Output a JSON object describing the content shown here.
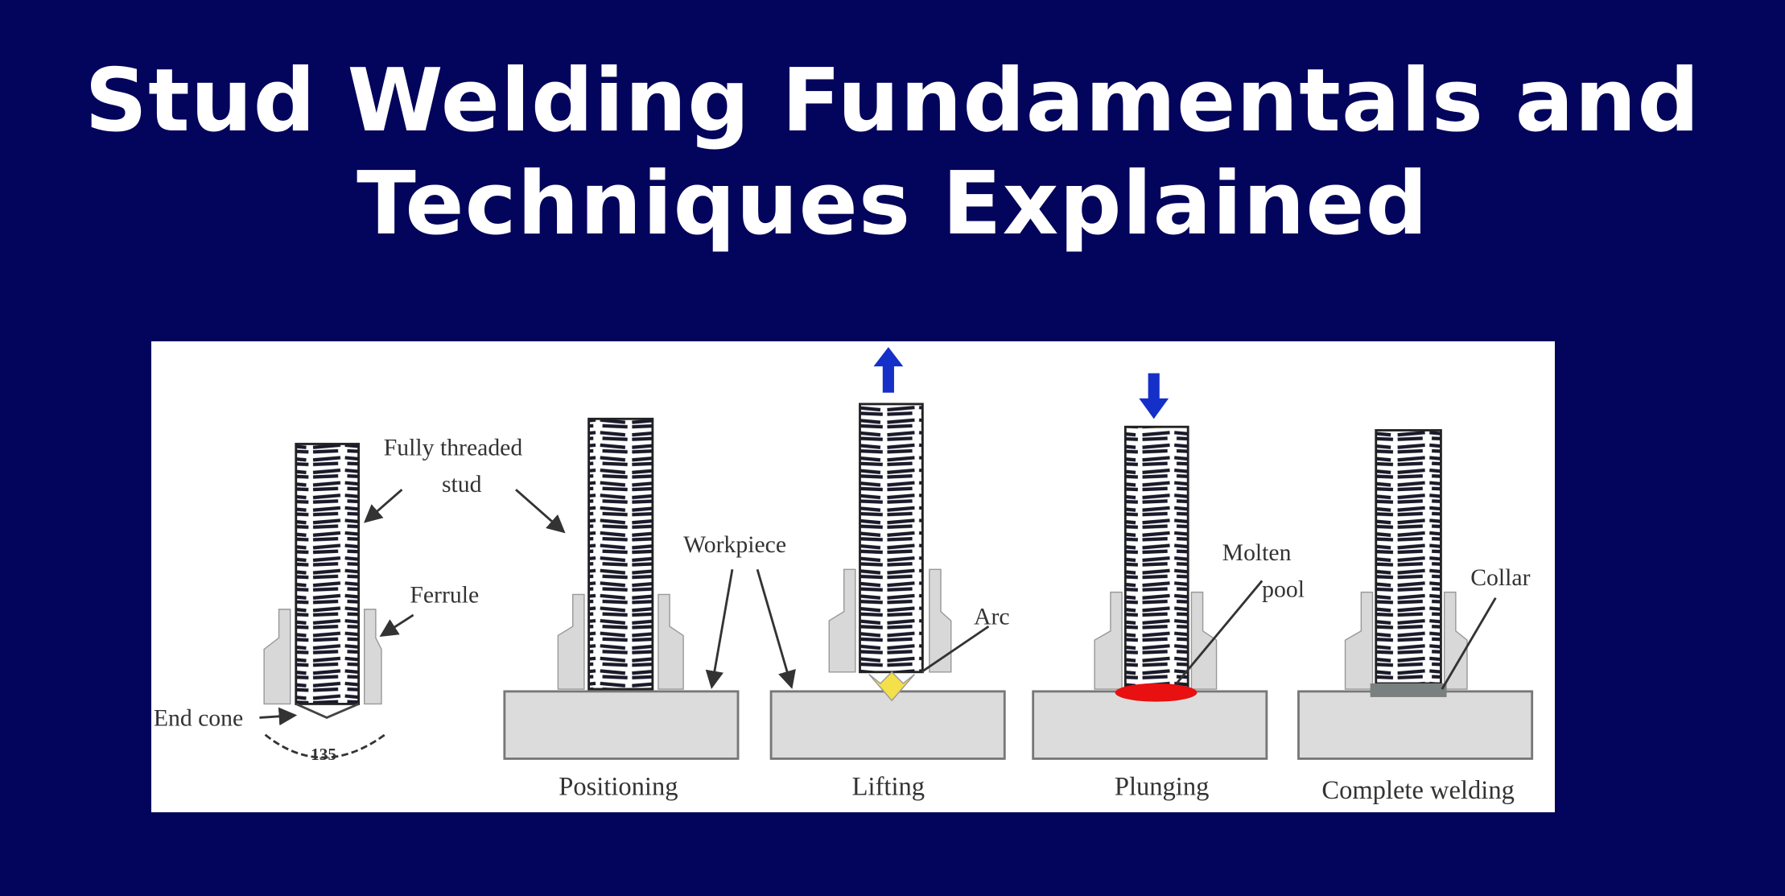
{
  "title": {
    "line1": "Stud Welding Fundamentals and",
    "line2": "Techniques Explained"
  },
  "diagram": {
    "labels": {
      "fully_threaded": "Fully threaded",
      "stud": "stud",
      "ferrule": "Ferrule",
      "end_cone": "End cone",
      "angle": "135",
      "workpiece": "Workpiece",
      "arc": "Arc",
      "molten": "Molten",
      "pool": "pool",
      "collar": "Collar"
    },
    "stages": [
      "Positioning",
      "Lifting",
      "Plunging",
      "Complete welding"
    ],
    "colors": {
      "background": "#03045b",
      "arrow": "#1530c8",
      "molten_pool": "#e81010",
      "arc": "#f4e04a",
      "collar": "#7a7f7f",
      "workpiece": "#dcdcdc"
    }
  }
}
